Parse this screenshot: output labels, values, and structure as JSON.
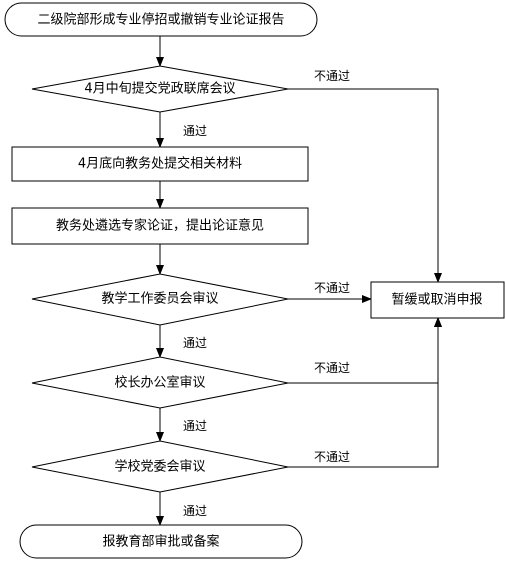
{
  "flowchart": {
    "start": "二级院部形成专业停招或撤销专业论证报告",
    "decision_joint_meeting": "4月中旬提交党政联席会议",
    "step_submit_materials": "4月底向教务处提交相关材料",
    "step_expert_review": "教务处遴选专家论证，提出论证意见",
    "decision_teaching_committee": "教学工作委员会审议",
    "decision_president_office": "校长办公室审议",
    "decision_party_committee": "学校党委会审议",
    "end": "报教育部审批或备案",
    "reject_result": "暂缓或取消申报",
    "labels": {
      "pass_1": "通过",
      "pass_2": "通过",
      "pass_3": "通过",
      "pass_4": "通过",
      "fail_1": "不通过",
      "fail_2": "不通过",
      "fail_3": "不通过",
      "fail_4": "不通过"
    }
  }
}
